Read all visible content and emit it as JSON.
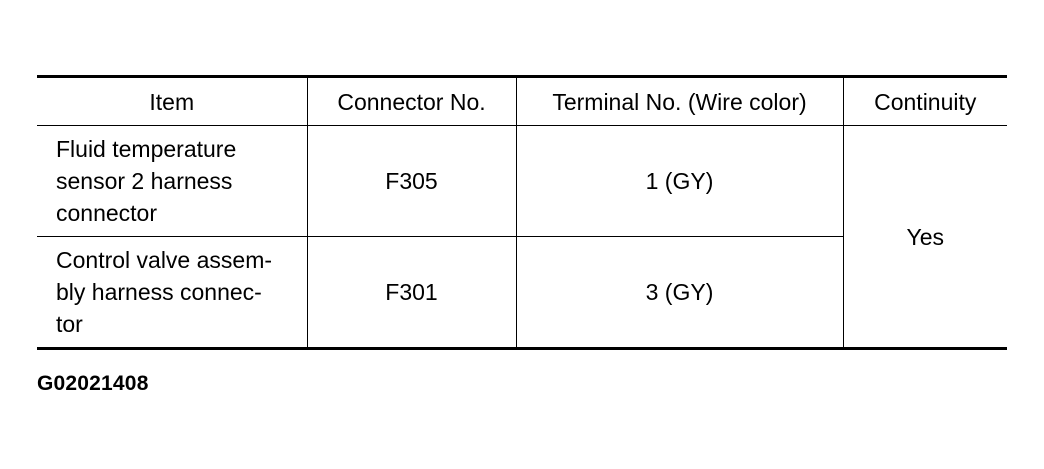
{
  "table": {
    "headers": {
      "item": "Item",
      "connector": "Connector No.",
      "terminal": "Terminal No. (Wire color)",
      "continuity": "Continuity"
    },
    "rows": [
      {
        "item_lines": [
          "Fluid temperature",
          "sensor 2 harness",
          "connector"
        ],
        "connector": "F305",
        "terminal": "1 (GY)"
      },
      {
        "item_lines": [
          "Control valve assem-",
          "bly harness connec-",
          "tor"
        ],
        "connector": "F301",
        "terminal": "3 (GY)"
      }
    ],
    "continuity": "Yes"
  },
  "figure_code": "G02021408"
}
